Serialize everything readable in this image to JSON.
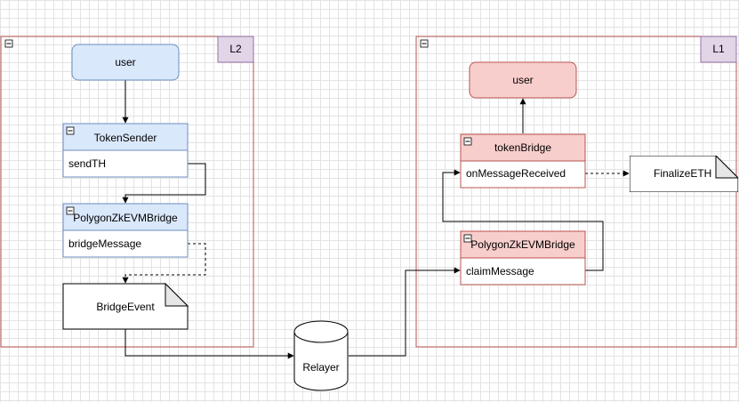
{
  "colors": {
    "grid": "#e3e3e3",
    "container_border": "#b85450",
    "layer_tag_fill": "#e1d5e7",
    "layer_tag_border": "#9673a6",
    "l2_fill": "#dae8fc",
    "l2_border": "#6c8ebf",
    "l1_fill": "#f8cecc",
    "l1_border": "#b85450",
    "line": "#000000"
  },
  "containers": {
    "l2": {
      "tag": "L2",
      "collapse_icon": "minus-icon"
    },
    "l1": {
      "tag": "L1",
      "collapse_icon": "minus-icon"
    }
  },
  "l2": {
    "user": "user",
    "token_sender": {
      "title": "TokenSender",
      "method": "sendTH"
    },
    "bridge": {
      "title": "PolygonZkEVMBridge",
      "method": "bridgeMessage"
    },
    "event": "BridgeEvent"
  },
  "relayer": "Relayer",
  "l1": {
    "user": "user",
    "token_bridge": {
      "title": "tokenBridge",
      "method": "onMessageReceived"
    },
    "bridge": {
      "title": "PolygonZkEVMBridge",
      "method": "claimMessage"
    },
    "finalize": "FinalizeETH"
  }
}
